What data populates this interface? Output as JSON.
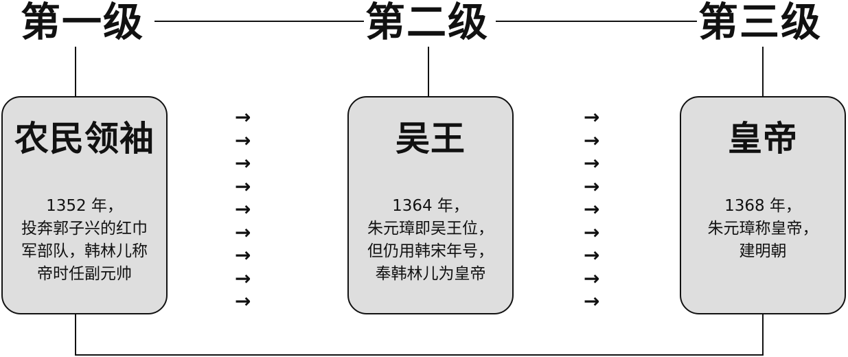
{
  "levels": [
    {
      "title": "第一级",
      "role": "农民领袖",
      "desc": [
        "1352 年，",
        "投奔郭子兴的红巾",
        "军部队，韩林儿称",
        "帝时任副元帅"
      ]
    },
    {
      "title": "第二级",
      "role": "吴王",
      "desc": [
        "1364 年，",
        "朱元璋即吴王位，",
        "但仍用韩宋年号，",
        "奉韩林儿为皇帝"
      ]
    },
    {
      "title": "第三级",
      "role": "皇帝",
      "desc": [
        "1368 年，",
        "朱元璋称皇帝，",
        "建明朝"
      ]
    }
  ],
  "arrow_glyph": "→",
  "arrow_count": 9
}
